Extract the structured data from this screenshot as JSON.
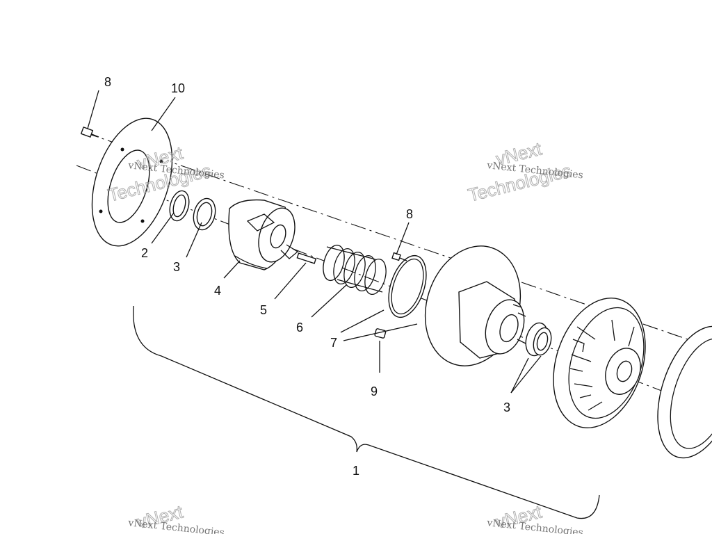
{
  "diagram": {
    "callouts": [
      {
        "id": "c8a",
        "text": "8"
      },
      {
        "id": "c10",
        "text": "10"
      },
      {
        "id": "c2",
        "text": "2"
      },
      {
        "id": "c3a",
        "text": "3"
      },
      {
        "id": "c4",
        "text": "4"
      },
      {
        "id": "c5",
        "text": "5"
      },
      {
        "id": "c6",
        "text": "6"
      },
      {
        "id": "c7",
        "text": "7"
      },
      {
        "id": "c8b",
        "text": "8"
      },
      {
        "id": "c9",
        "text": "9"
      },
      {
        "id": "c3b",
        "text": "3"
      },
      {
        "id": "c1",
        "text": "1"
      }
    ]
  },
  "watermark": {
    "line1": "vNext Technologies",
    "line2": "vNext",
    "line3": "Technologies"
  }
}
